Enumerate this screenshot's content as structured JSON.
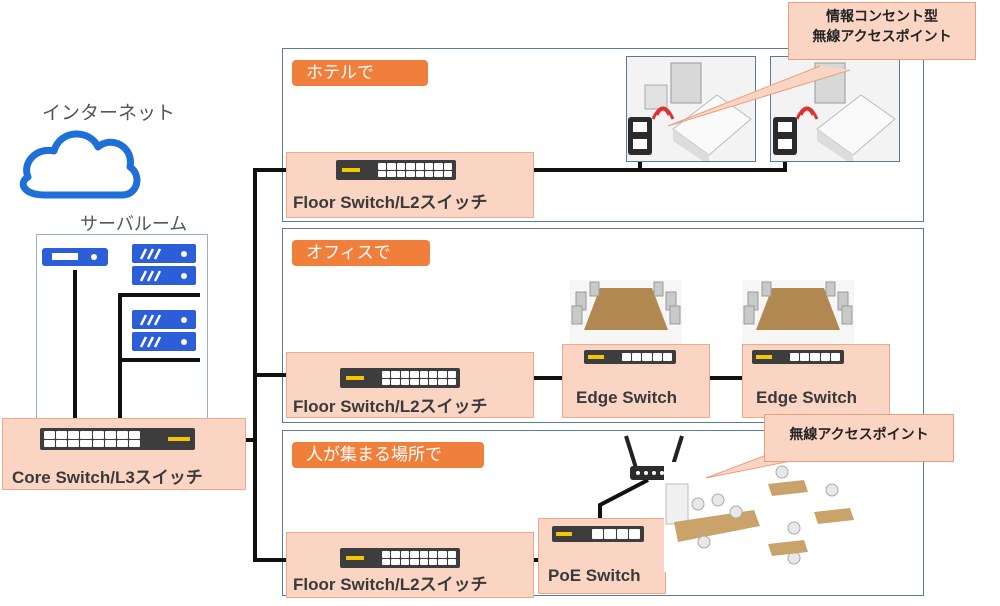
{
  "internet": {
    "label": "インターネット"
  },
  "server_room": {
    "label": "サーバルーム"
  },
  "core": {
    "label": "Core Switch/L3スイッチ"
  },
  "sections": [
    {
      "tag": "ホテルで",
      "switch_label": "Floor Switch/L2スイッチ"
    },
    {
      "tag": "オフィスで",
      "switch_label": "Floor Switch/L2スイッチ",
      "edge_switches": [
        "Edge Switch",
        "Edge Switch"
      ]
    },
    {
      "tag": "人が集まる場所で",
      "switch_label": "Floor Switch/L2スイッチ",
      "poe_label": "PoE Switch"
    }
  ],
  "callouts": {
    "info_outlet": [
      "情報コンセント型",
      "無線アクセスポイント"
    ],
    "wireless_ap": "無線アクセスポイント"
  },
  "colors": {
    "tag_bg": "#f07f3c",
    "box_fill": "#fbd5c4",
    "panel_border": "#5b7a99",
    "cloud": "#1f6fd9",
    "server": "#2c5ed8",
    "cable": "#111111"
  },
  "icons": [
    "cloud-icon",
    "server-icon",
    "switch-icon",
    "wall-outlet-icon",
    "hotel-bed-icon",
    "meeting-table-icon",
    "wireless-router-icon",
    "people-desk-icon"
  ]
}
